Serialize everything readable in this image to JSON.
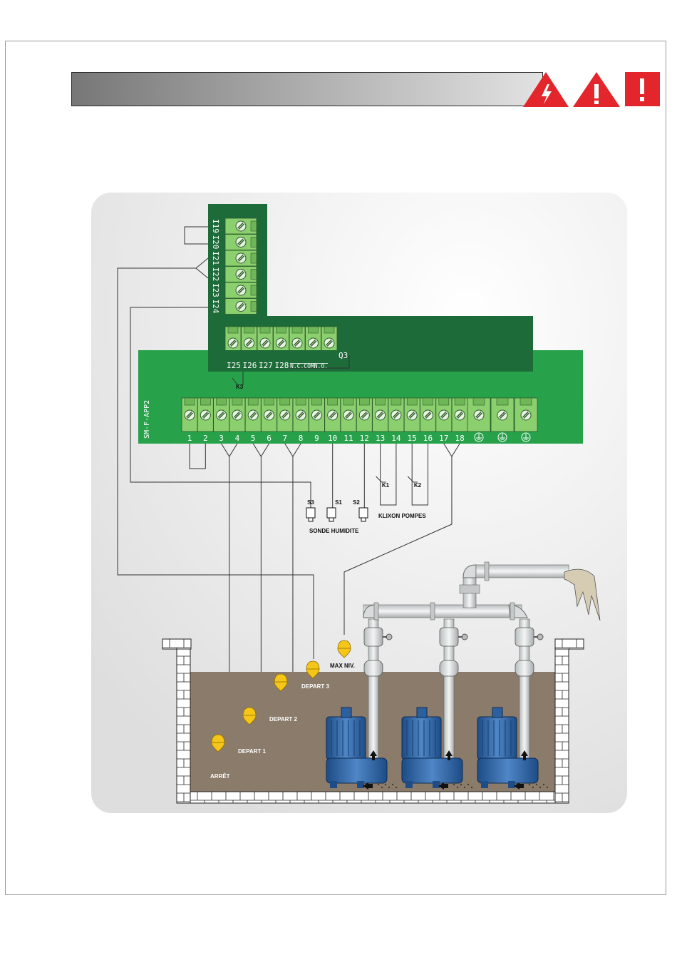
{
  "warnings": {
    "icons": [
      "electric-hazard-icon",
      "warning-triangle-icon",
      "caution-square-icon"
    ],
    "color": "#e3262b"
  },
  "top_board": {
    "inputs": [
      "I19",
      "I20",
      "I21",
      "I22",
      "I23",
      "I24"
    ],
    "bottom_inputs": [
      "I25",
      "I26",
      "I27",
      "I28"
    ],
    "relay_contacts": "N.C.COMN.O.",
    "relay_name": "Q3",
    "relay_k3": "K3"
  },
  "main_board": {
    "model": "SM-F-APP2",
    "terminals": [
      "1",
      "2",
      "3",
      "4",
      "5",
      "6",
      "7",
      "8",
      "9",
      "10",
      "11",
      "12",
      "13",
      "14",
      "15",
      "16",
      "17",
      "18"
    ]
  },
  "sensors": {
    "s3": "S3",
    "s1": "S1",
    "s2": "S2",
    "humidity_label": "SONDE HUMIDITE",
    "k1": "K1",
    "k2": "K2",
    "klixon_label": "KLIXON POMPES"
  },
  "floats": {
    "stop": "ARRÊT",
    "start1": "DEPART 1",
    "start2": "DEPART 2",
    "start3": "DEPART 3",
    "max_level": "MAX NIV."
  },
  "colors": {
    "board_dark": "#1e6b3a",
    "board_light": "#27a24a",
    "terminal": "#8ccf6e",
    "water": "#8b7b6b",
    "float": "#f5c518",
    "pump": "#2b5f9e",
    "pipe": "#d9dcdc"
  }
}
